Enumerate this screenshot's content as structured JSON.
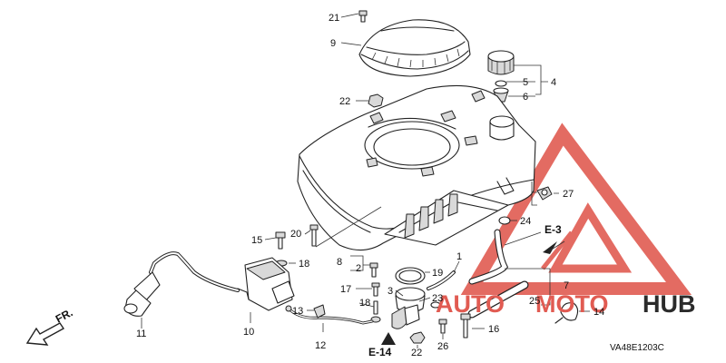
{
  "diagram": {
    "code": "VA48E1203C",
    "front_label": "FR.",
    "refs": {
      "e3": "E-3",
      "e14": "E-14"
    },
    "watermark": {
      "auto": "AUTO",
      "moto": "MOTO",
      "hub": "HUB"
    },
    "colors": {
      "watermark_red": "#d9342b",
      "watermark_dark": "#2b2b2b",
      "ink": "#222222"
    }
  },
  "callouts": {
    "p1": "1",
    "p2": "2",
    "p3": "3",
    "p4": "4",
    "p5": "5",
    "p6": "6",
    "p7": "7",
    "p8": "8",
    "p9": "9",
    "p10": "10",
    "p11": "11",
    "p12": "12",
    "p13": "13",
    "p14": "14",
    "p15": "15",
    "p16": "16",
    "p17": "17",
    "p18a": "18",
    "p18b": "18",
    "p19": "19",
    "p20": "20",
    "p21": "21",
    "p22a": "22",
    "p22b": "22",
    "p23": "23",
    "p24": "24",
    "p25": "25",
    "p26": "26",
    "p27": "27"
  }
}
